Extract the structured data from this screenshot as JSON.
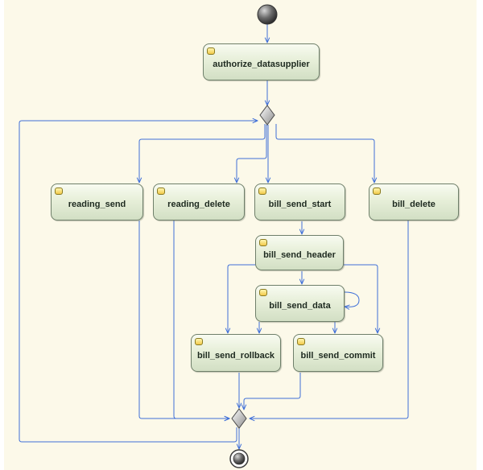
{
  "colors": {
    "canvas_background": "#fcf9e9",
    "edge": "#3f6fd8",
    "node_fill": "#e3ecd6",
    "node_border": "#6f7f6a",
    "state_icon": "#f2c94a"
  },
  "nodes": {
    "authorize_datasupplier": "authorize_datasupplier",
    "reading_send": "reading_send",
    "reading_delete": "reading_delete",
    "bill_send_start": "bill_send_start",
    "bill_delete": "bill_delete",
    "bill_send_header": "bill_send_header",
    "bill_send_data": "bill_send_data",
    "bill_send_rollback": "bill_send_rollback",
    "bill_send_commit": "bill_send_commit"
  },
  "control_nodes": {
    "initial": "initial-node-icon",
    "decision": "decision-node-icon",
    "merge": "merge-node-icon",
    "final": "final-node-icon"
  }
}
